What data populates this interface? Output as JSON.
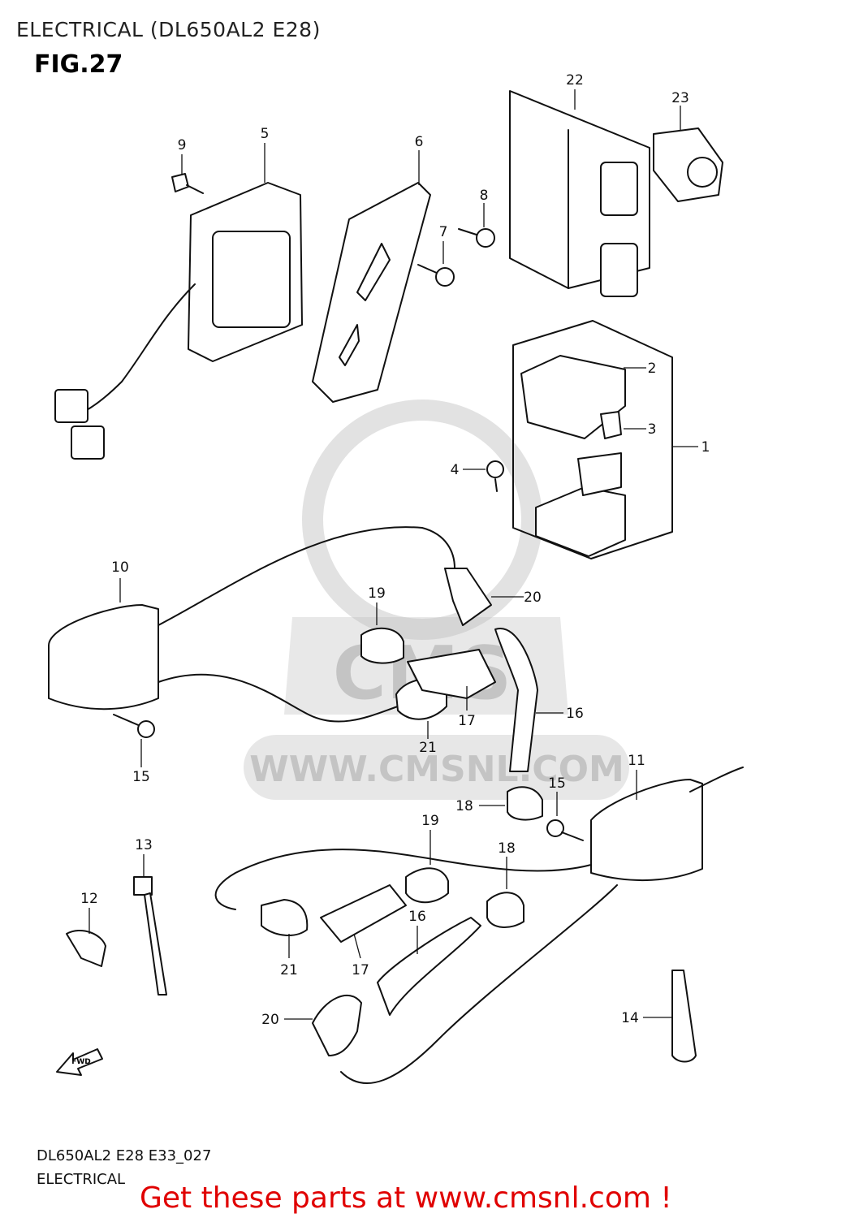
{
  "header": {
    "title": "ELECTRICAL (DL650AL2 E28)",
    "figure": "FIG.27"
  },
  "watermark": {
    "text": "WWW.CMSNL.COM",
    "logo": "CMS"
  },
  "callouts": [
    "22",
    "23",
    "9",
    "5",
    "6",
    "8",
    "7",
    "2",
    "3",
    "1",
    "4",
    "10",
    "19",
    "20",
    "17",
    "16",
    "21",
    "15",
    "11",
    "15",
    "18",
    "19",
    "18",
    "13",
    "12",
    "16",
    "17",
    "21",
    "20",
    "14"
  ],
  "fwd_arrow": "FWD",
  "footer": {
    "code": "DL650AL2 E28 E33_027",
    "name": "ELECTRICAL",
    "cta": "Get these parts at www.cmsnl.com !"
  },
  "colors": {
    "cta": "#e00000",
    "watermark": "#c4c4c4"
  }
}
